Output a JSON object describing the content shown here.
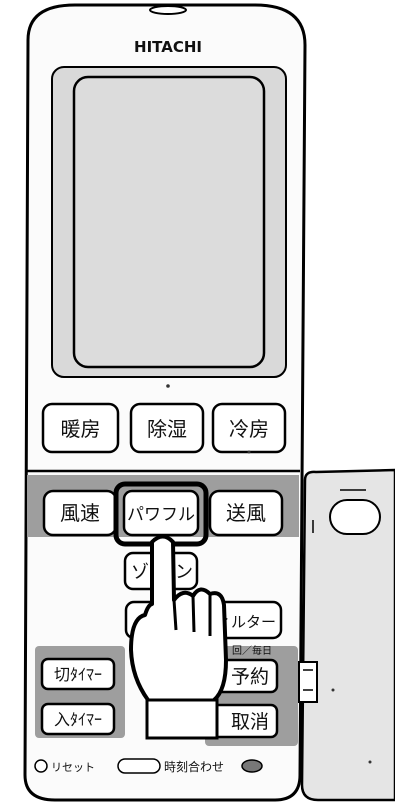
{
  "brand": "HITACHI",
  "top_buttons": [
    {
      "name": "heating-button",
      "label": "暖房"
    },
    {
      "name": "dehumidify-button",
      "label": "除湿"
    },
    {
      "name": "cooling-button",
      "label": "冷房"
    }
  ],
  "row2_buttons": [
    {
      "name": "fan-speed-button",
      "label": "風速"
    },
    {
      "name": "powerful-button",
      "label": "パワフル"
    },
    {
      "name": "air-blow-button",
      "label": "送風"
    }
  ],
  "partial_labels": {
    "zone_left": "ゾ",
    "zone_right": "ン",
    "filter": "ィルター",
    "schedule_note": "回／毎日",
    "reserve": "予約",
    "cancel": "取消"
  },
  "timer_buttons": {
    "off_timer": "切ﾀｲﾏｰ",
    "on_timer": "入ﾀｲﾏｰ"
  },
  "bottom": {
    "reset": "リセット",
    "time_set": "時刻合わせ"
  }
}
